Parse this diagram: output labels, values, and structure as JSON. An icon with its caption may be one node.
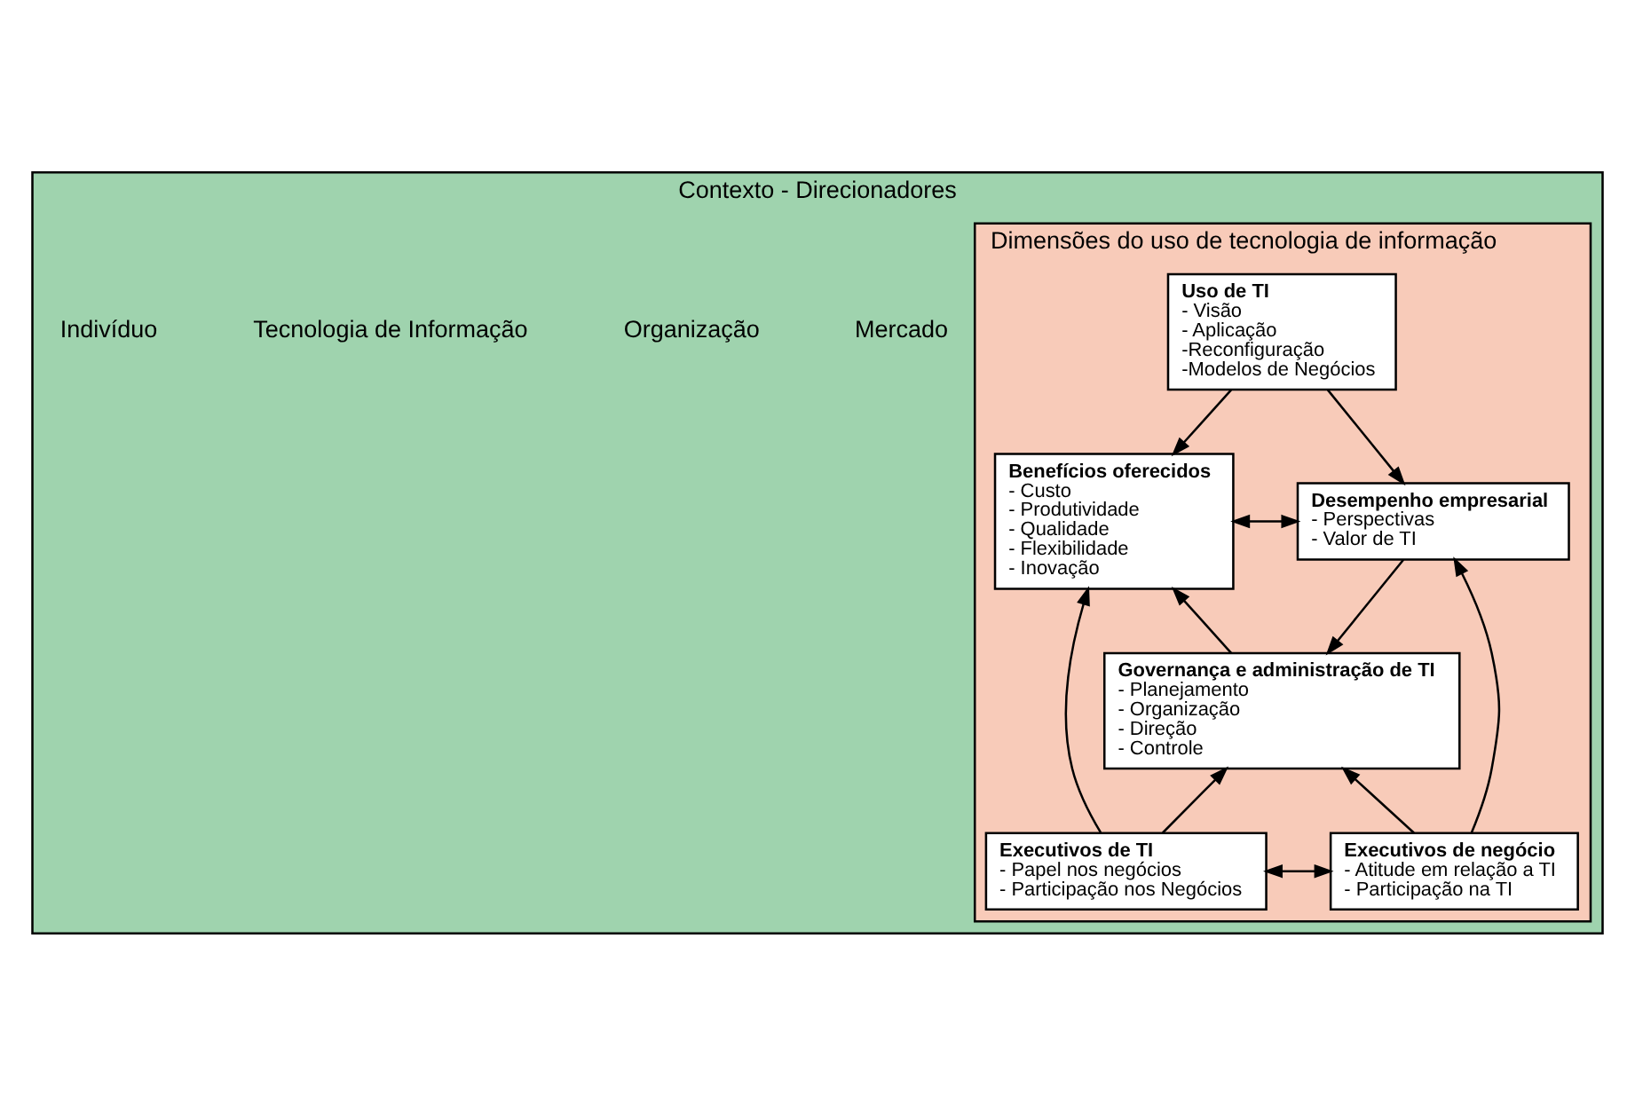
{
  "diagram": {
    "nodes": [
      {
        "text": [
          "Contexto - Direcionadores"
        ]
      },
      {
        "text": [
          "Dimensões do uso de tecnologia de informação"
        ],
        "in": 0
      },
      {
        "text": [
          "Uso de TI",
          "- Visão",
          "- Aplicação",
          "-Reconfiguração",
          "-Modelos de Negócios"
        ],
        "in": 1
      },
      {
        "text": [
          "Benefícios oferecidos",
          "- Custo",
          "- Produtividade",
          "- Qualidade",
          "- Flexibilidade",
          "- Inovação"
        ],
        "in": 1
      },
      {
        "text": [
          "Desempenho empresarial",
          "- Perspectivas",
          "- Valor de TI"
        ],
        "in": 1
      },
      {
        "text": [
          "Governança e administração de TI",
          "- Planejamento",
          "- Organização",
          "- Direção",
          "- Controle"
        ],
        "in": 1
      },
      {
        "text": [
          "Executivos de TI",
          "- Papel nos negócios",
          "- Participação nos Negócios"
        ],
        "in": 1
      },
      {
        "text": [
          "Executivos de negócio",
          "- Atitude em relação a TI",
          "- Participação na TI"
        ],
        "in": 1
      }
    ],
    "edges": [
      {
        "from": 2,
        "to": 3,
        "arrow": "to"
      },
      {
        "from": 2,
        "to": 4,
        "arrow": "to"
      },
      {
        "from": 3,
        "to": 4,
        "arrow": "both"
      },
      {
        "from": 5,
        "to": 3,
        "arrow": "to"
      },
      {
        "from": 4,
        "to": 5,
        "arrow": "to"
      },
      {
        "from": 6,
        "to": 3,
        "arrow": "to"
      },
      {
        "from": 6,
        "to": 5,
        "arrow": "to"
      },
      {
        "from": 7,
        "to": 5,
        "arrow": "to"
      },
      {
        "from": 7,
        "to": 4,
        "arrow": "to"
      },
      {
        "from": 6,
        "to": 7,
        "arrow": "both"
      }
    ],
    "labels": [
      "Mercado",
      "Organização",
      "Tecnologia de Informação",
      "Indivíduo"
    ]
  }
}
